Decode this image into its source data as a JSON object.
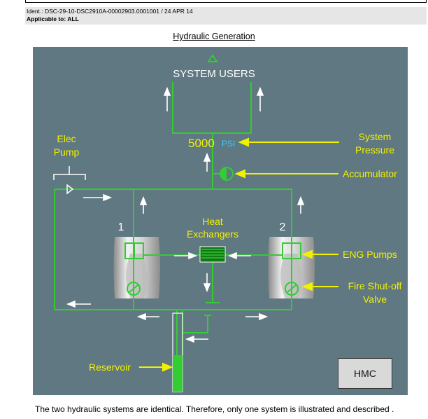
{
  "header": {
    "ident": "Ident.: DSC-29-10-DSC2910A-00002903.0001001 / 24 APR 14",
    "applicable": "Applicable to: ALL"
  },
  "title": "Hydraulic Generation",
  "diagram": {
    "system_users": "SYSTEM USERS",
    "elec_pump_line1": "Elec",
    "elec_pump_line2": "Pump",
    "pressure_value": "5000",
    "pressure_unit": "PSI",
    "system_pressure_line1": "System",
    "system_pressure_line2": "Pressure",
    "accumulator": "Accumulator",
    "heat_exchangers_line1": "Heat",
    "heat_exchangers_line2": "Exchangers",
    "engine_1": "1",
    "engine_2": "2",
    "eng_pumps": "ENG Pumps",
    "fire_valve_line1": "Fire Shut-off",
    "fire_valve_line2": "Valve",
    "reservoir": "Reservoir",
    "hmc": "HMC",
    "colors": {
      "background": "#5f7882",
      "line": "#33cc33",
      "callout": "#f2f200",
      "pressure_unit": "#33ccff"
    }
  },
  "caption": "The two hydraulic systems are identical. Therefore, only one system is illustrated and described ."
}
